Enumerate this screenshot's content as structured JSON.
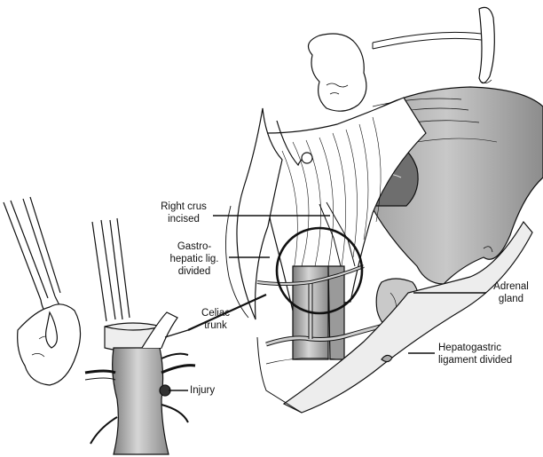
{
  "labels": {
    "right_crus": "Right crus\nincised",
    "gastrohepatic": "Gastro-\nhepatic lig.\ndivided",
    "celiac_trunk": "Celiac\ntrunk",
    "injury": "Injury",
    "adrenal": "Adrenal\ngland",
    "hepatogastric": "Hepatogastric\nligament divided"
  },
  "colors": {
    "ink": "#111111",
    "shade_dark": "#8a8a8a",
    "shade_mid": "#b8b8b8",
    "shade_light": "#dcdcdc",
    "paper": "#ffffff"
  }
}
